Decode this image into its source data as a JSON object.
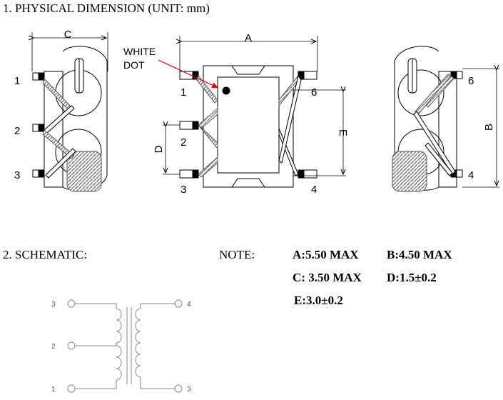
{
  "section1": {
    "title": "1. PHYSICAL DIMENSION  (UNIT: mm)"
  },
  "section2": {
    "title": "2. SCHEMATIC:"
  },
  "dimension_labels": {
    "A": "A",
    "B": "B",
    "C": "C",
    "D": "D",
    "E": "E"
  },
  "callout": {
    "line1": "WHITE",
    "line2": "DOT"
  },
  "pins": {
    "left_view": [
      "1",
      "2",
      "3"
    ],
    "top_view_left": [
      "1",
      "2",
      "3"
    ],
    "top_view_right": [
      "6",
      "4"
    ],
    "right_view": [
      "6",
      "4"
    ]
  },
  "schematic_pins": {
    "p3": "3",
    "p2": "2",
    "p1": "1",
    "p4": "4",
    "p3r": "3"
  },
  "note": {
    "label": "NOTE:",
    "A": "A:5.50 MAX",
    "B": "B:4.50 MAX",
    "C": "C: 3.50 MAX",
    "D": "D:1.5±0.2",
    "E": "E:3.0±0.2"
  }
}
